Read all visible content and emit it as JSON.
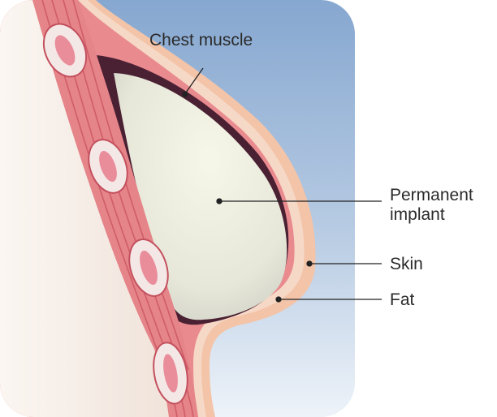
{
  "labels": {
    "chest_muscle": "Chest muscle",
    "permanent_implant_line1": "Permanent",
    "permanent_implant_line2": "implant",
    "skin": "Skin",
    "fat": "Fat"
  },
  "colors": {
    "sky_top": "#8aa9d2",
    "sky_bottom": "#eef3f9",
    "body_bg": "#f6efe9",
    "skin_outer": "#f3c7ad",
    "muscle": "#e7838a",
    "muscle_dark": "#c8505d",
    "fat_layer": "#f6d6c6",
    "implant": "#eeefdf",
    "implant_shadow": "#d0d0c6",
    "pocket_dark": "#4a2033",
    "leader_line": "#222222"
  }
}
